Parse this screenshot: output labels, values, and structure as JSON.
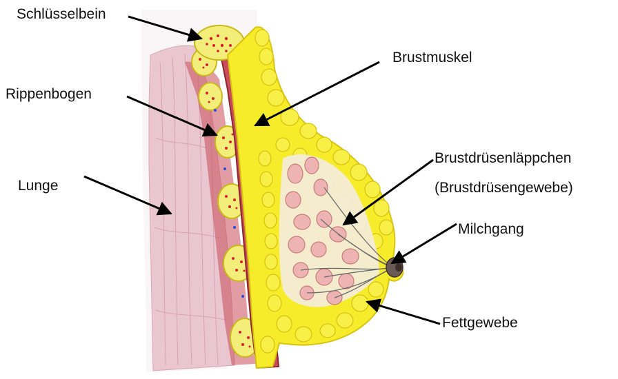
{
  "labels": {
    "clavicle": "Schlüsselbein",
    "pectoral_muscle": "Brustmuskel",
    "rib_arch": "Rippenbogen",
    "lobules_line1": "Brustdrüsenläppchen",
    "lobules_line2": "(Brustdrüsengewebe)",
    "lung": "Lunge",
    "milk_duct": "Milchgang",
    "fat_tissue": "Fettgewebe"
  },
  "colors": {
    "fat": "#f7ec2a",
    "fat_dark": "#d9c312",
    "muscle": "#c94c58",
    "muscle_dark": "#8e2630",
    "lung": "#e9c6d0",
    "lobule": "#eeb4b4",
    "bone": "#f3ee7a",
    "marrow": "#d61f2a"
  }
}
